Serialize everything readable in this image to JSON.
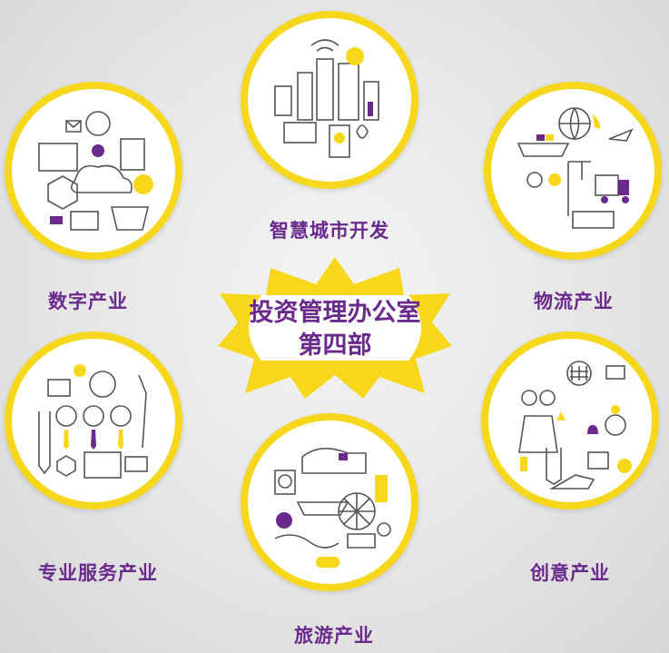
{
  "center": {
    "line1": "投资管理办公室",
    "line2": "第四部"
  },
  "sectors": {
    "smart_city": "智慧城市开发",
    "digital": "数字产业",
    "logistics": "物流产业",
    "professional": "专业服务产业",
    "creative": "创意产业",
    "tourism": "旅游产业"
  },
  "colors": {
    "accent_yellow": "#f6d71c",
    "label_purple": "#6a2a8c"
  }
}
